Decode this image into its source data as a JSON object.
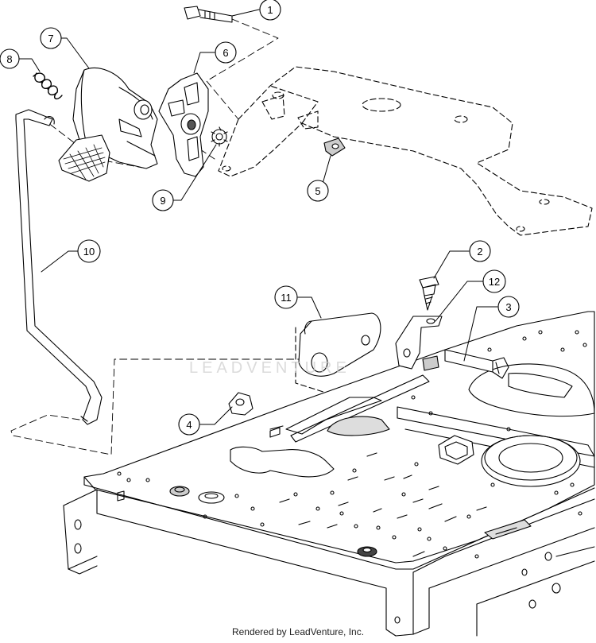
{
  "callouts": [
    {
      "label": "1"
    },
    {
      "label": "2"
    },
    {
      "label": "3"
    },
    {
      "label": "4"
    },
    {
      "label": "5"
    },
    {
      "label": "6"
    },
    {
      "label": "7"
    },
    {
      "label": "8"
    },
    {
      "label": "9"
    },
    {
      "label": "10"
    },
    {
      "label": "11"
    },
    {
      "label": "12"
    }
  ],
  "watermark": {
    "text": "LEADVENTURE"
  },
  "footer": {
    "text": "Rendered by LeadVenture, Inc."
  },
  "colors": {
    "line": "#000000",
    "fill": "#ffffff",
    "shade": "#bbbbbb",
    "dark": "#555555"
  }
}
